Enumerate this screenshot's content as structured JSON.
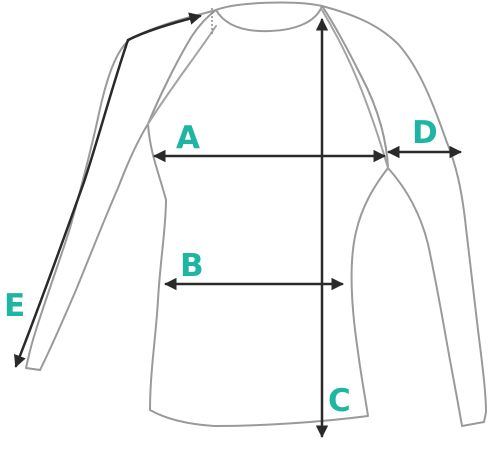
{
  "labels": {
    "a": "A",
    "b": "B",
    "c": "C",
    "d": "D",
    "e": "E"
  },
  "colors": {
    "label": "#1fb5a3",
    "measure_line": "#2a2a2a",
    "garment_outline": "#9a9a9a"
  }
}
